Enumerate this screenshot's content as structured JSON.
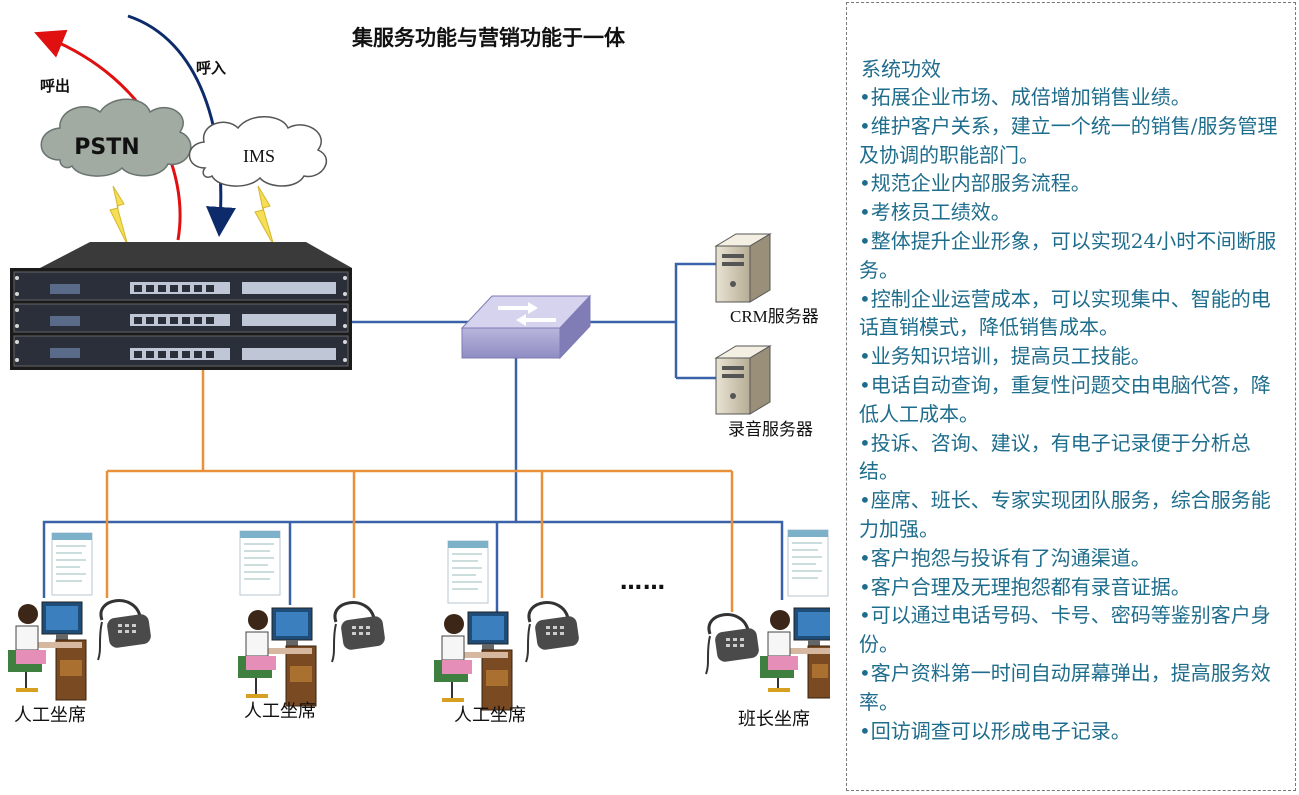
{
  "title": "集服务功能与营销功能于一体",
  "arrows": {
    "call_in": "呼入",
    "call_out": "呼出"
  },
  "clouds": {
    "pstn": "PSTN",
    "ims": "IMS"
  },
  "servers": {
    "crm": "CRM服务器",
    "recording": "录音服务器"
  },
  "agents": [
    "人工坐席",
    "人工坐席",
    "人工坐席",
    "班长坐席"
  ],
  "ellipsis": "……",
  "panel": {
    "title": "系统功效",
    "items": [
      "•拓展企业市场、成倍增加销售业绩。",
      "•维护客户关系，建立一个统一的销售/服务管理及协调的职能部门。",
      "•规范企业内部服务流程。",
      "•考核员工绩效。",
      "•整体提升企业形象，可以实现24小时不间断服务。",
      "•控制企业运营成本，可以实现集中、智能的电话直销模式，降低销售成本。",
      "•业务知识培训，提高员工技能。",
      "•电话自动查询，重复性问题交由电脑代答，降低人工成本。",
      "•投诉、咨询、建议，有电子记录便于分析总结。",
      "•座席、班长、专家实现团队服务，综合服务能力加强。",
      "•客户抱怨与投诉有了沟通渠道。",
      "•客户合理及无理抱怨都有录音证据。",
      "•可以通过电话号码、卡号、密码等鉴别客户身份。",
      "•客户资料第一时间自动屏幕弹出，提高服务效率。",
      "•回访调查可以形成电子记录。"
    ]
  },
  "colors": {
    "panel_text": "#1f6d8c",
    "blue_line": "#3a62a8",
    "orange_line": "#e8913a",
    "call_out_arrow": "#e01010",
    "call_in_arrow": "#0d2a6b"
  }
}
